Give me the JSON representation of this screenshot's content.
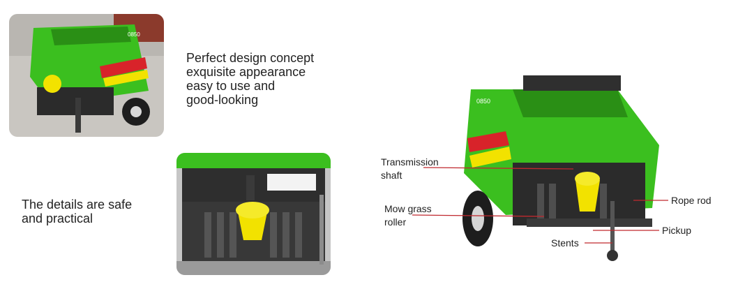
{
  "design_text": {
    "lines": [
      "Perfect design concept",
      "exquisite appearance",
      "easy to use and",
      "good-looking"
    ]
  },
  "details_text": {
    "lines": [
      "The details are safe",
      "and practical"
    ]
  },
  "callouts": {
    "transmission_shaft": [
      "Transmission",
      "shaft"
    ],
    "mow_grass_roller": [
      "Mow grass",
      "roller"
    ],
    "stents": "Stents",
    "rope_rod": "Rope rod",
    "pickup": "Pickup"
  },
  "machine_badge": "0850",
  "colors": {
    "machine_green": "#3bbf1f",
    "accent_yellow": "#f2e200",
    "stripe_red": "#d8232a",
    "leader_line": "#c0292f"
  }
}
